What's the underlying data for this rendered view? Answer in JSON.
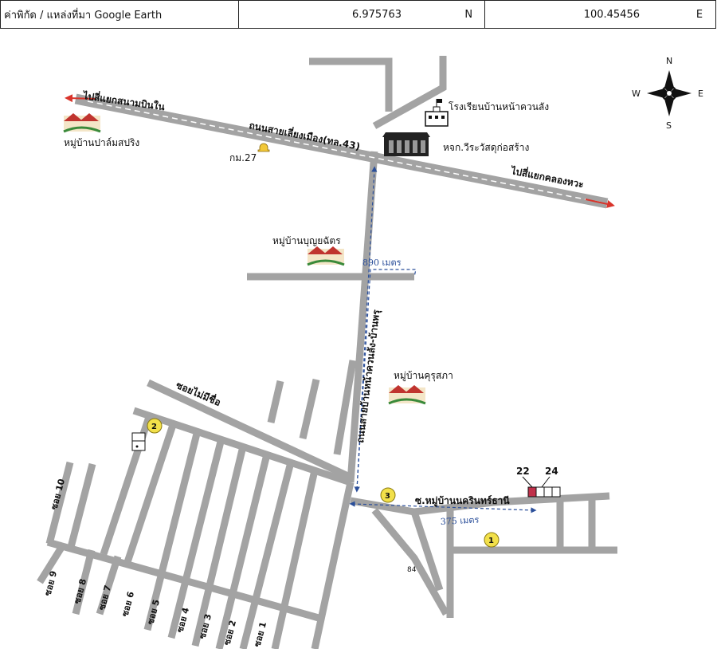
{
  "header": {
    "label": "ค่าพิกัด / แหล่งที่มา Google Earth",
    "lat": "6.975763",
    "lat_dir": "N",
    "lon": "100.45456",
    "lon_dir": "E"
  },
  "compass": {
    "n": "N",
    "s": "S",
    "e": "E",
    "w": "W"
  },
  "labels": {
    "to_airport": "ไปสี่แยกสนามบินใน",
    "village_palm": "หมู่บ้านปาล์มสปริง",
    "bypass_road": "ถนนสายเลี่ยงเมือง(ทล.43)",
    "km27": "กม.27",
    "school": "โรงเรียนบ้านหน้าควนลัง",
    "company": "หจก.วีระวัสดุก่อสร้าง",
    "to_khlong_hae": "ไปสี่แยกคลองหวะ",
    "village_boon": "หมู่บ้านบุญยฉัตร",
    "dist_890": "890 เมตร",
    "main_road": "ถนนสายบ้านหน้าควนลัง-บ้านพรุ",
    "village_khuru": "หมู่บ้านคุรุสภา",
    "soi_nameless": "ซอยไม่มีชื่อ",
    "soi_narin": "ซ.หมู่บ้านนครินทร์ธานี",
    "dist_375": "375 เมตร",
    "plot_22": "22",
    "plot_24": "24",
    "num_84": "84"
  },
  "markers": {
    "m1": "1",
    "m2": "2",
    "m3": "3"
  },
  "sois": {
    "s10": "ซอย 10",
    "s9": "ซอย 9",
    "s8": "ซอย 8",
    "s7": "ซอย 7",
    "s6": "ซอย 6",
    "s5": "ซอย 5",
    "s4": "ซอย 4",
    "s3": "ซอย 3",
    "s2": "ซอย 2",
    "s1": "ซอย 1"
  },
  "colors": {
    "road": "#a3a3a3",
    "arrow": "#d9342b",
    "distance": "#2b4f9a",
    "marker": "#f2e04a",
    "plot": "#c0304a"
  }
}
